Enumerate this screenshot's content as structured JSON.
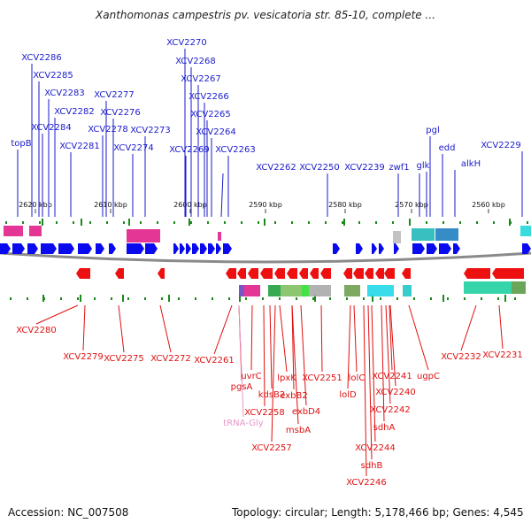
{
  "title": "Xanthomonas campestris pv. vesicatoria str. 85-10, complete ...",
  "footer": {
    "accession": "Accession: NC_007508",
    "topology": "Topology: circular; Length: 5,178,466 bp; Genes: 4,545"
  },
  "colors": {
    "top_label": "#1a1acc",
    "bottom_label": "#e01010",
    "trna_label": "#e896c8",
    "top_arrow": "#0a0aee",
    "bottom_arrow": "#ee1010",
    "backbone": "#777777",
    "tick": "#1a8a1a"
  },
  "kbp_labels": [
    "2620 kbp",
    "2610 kbp",
    "2600 kbp",
    "2590 kbp",
    "2580 kbp",
    "2570 kbp",
    "2560 kbp"
  ],
  "top_labels": [
    "XCV2286",
    "XCV2285",
    "XCV2283",
    "XCV2282",
    "XCV2284",
    "XCV2281",
    "topB",
    "XCV2277",
    "XCV2276",
    "XCV2278",
    "XCV2274",
    "XCV2273",
    "XCV2270",
    "XCV2268",
    "XCV2267",
    "XCV2266",
    "XCV2265",
    "XCV2264",
    "XCV2269",
    "XCV2263",
    "XCV2262",
    "XCV2250",
    "XCV2239",
    "zwf1",
    "pgl",
    "glk",
    "edd",
    "alkH",
    "XCV2229"
  ],
  "bottom_labels": [
    "XCV2280",
    "XCV2279",
    "XCV2275",
    "XCV2272",
    "XCV2261",
    "pgsA",
    "tRNA-Gly",
    "uvrC",
    "XCV2258",
    "kdsB2",
    "lpxK",
    "XCV2257",
    "exbB2",
    "exbD4",
    "msbA",
    "XCV2251",
    "lolC",
    "lolD",
    "XCV2241",
    "XCV2240",
    "XCV2242",
    "sdhA",
    "XCV2244",
    "sdhB",
    "XCV2246",
    "ugpC",
    "XCV2232",
    "XCV2231"
  ]
}
